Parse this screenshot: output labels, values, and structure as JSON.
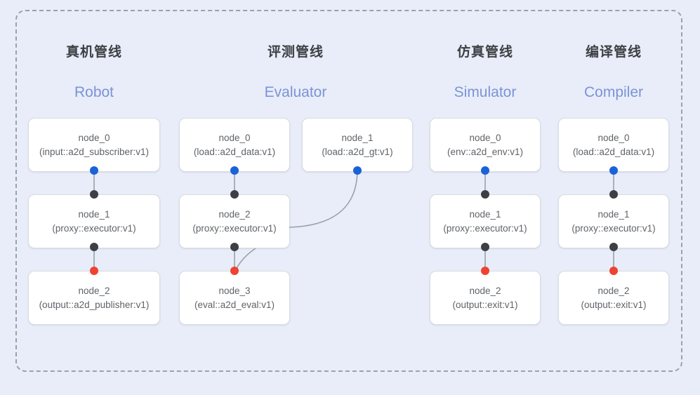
{
  "diagram": {
    "frame": {
      "style": "dashed-rounded-border",
      "border_color": "#9aa1ae"
    },
    "background_color": "#e8edf9",
    "port_colors": {
      "input": "#1a62d6",
      "middle": "#3c4043",
      "output": "#ee4233"
    },
    "columns": [
      {
        "title_cn": "真机管线",
        "title_en": "Robot",
        "nodes": [
          {
            "name": "node_0",
            "type": "(input::a2d_subscriber:v1)"
          },
          {
            "name": "node_1",
            "type": "(proxy::executor:v1)"
          },
          {
            "name": "node_2",
            "type": "(output::a2d_publisher:v1)"
          }
        ]
      },
      {
        "title_cn": "评测管线",
        "title_en": "Evaluator",
        "nodes": [
          {
            "name": "node_0",
            "type": "(load::a2d_data:v1)"
          },
          {
            "name": "node_1",
            "type": "(load::a2d_gt:v1)"
          },
          {
            "name": "node_2",
            "type": "(proxy::executor:v1)"
          },
          {
            "name": "node_3",
            "type": "(eval::a2d_eval:v1)"
          }
        ]
      },
      {
        "title_cn": "仿真管线",
        "title_en": "Simulator",
        "nodes": [
          {
            "name": "node_0",
            "type": "(env::a2d_env:v1)"
          },
          {
            "name": "node_1",
            "type": "(proxy::executor:v1)"
          },
          {
            "name": "node_2",
            "type": "(output::exit:v1)"
          }
        ]
      },
      {
        "title_cn": "编译管线",
        "title_en": "Compiler",
        "nodes": [
          {
            "name": "node_0",
            "type": "(load::a2d_data:v1)"
          },
          {
            "name": "node_1",
            "type": "(proxy::executor:v1)"
          },
          {
            "name": "node_2",
            "type": "(output::exit:v1)"
          }
        ]
      }
    ]
  }
}
